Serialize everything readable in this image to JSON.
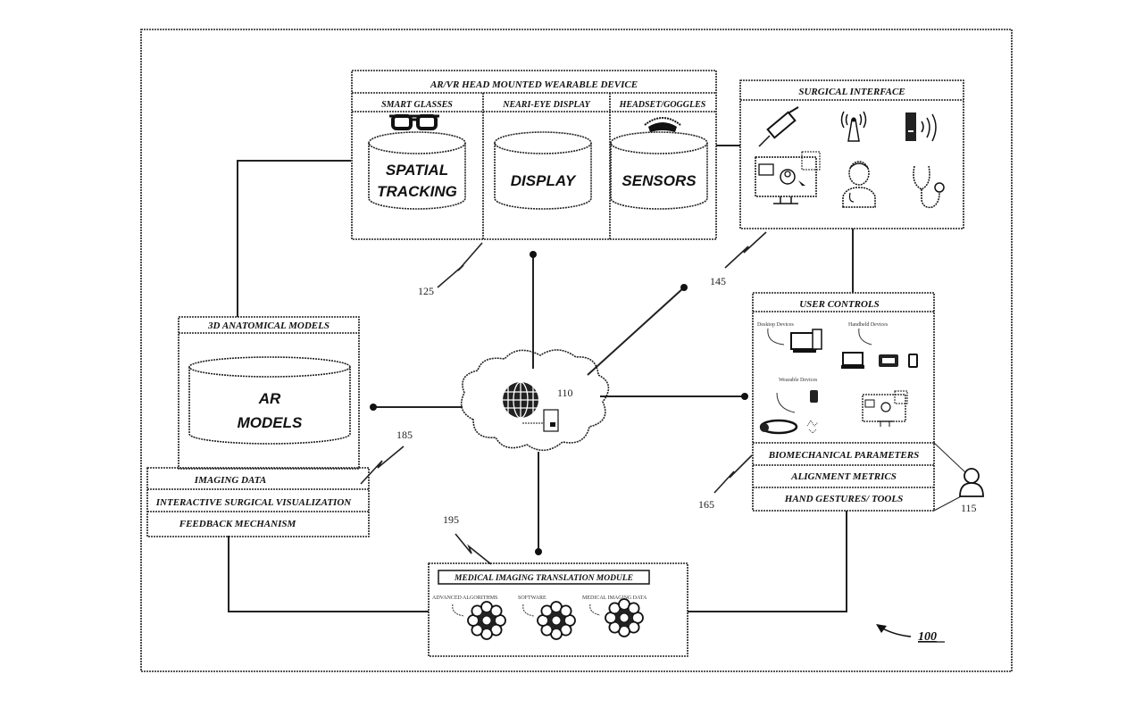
{
  "figure_label": "100",
  "ar_vr_device": {
    "title": "AR/VR HEAD MOUNTED WEARABLE DEVICE",
    "ref": "125",
    "columns": [
      {
        "header": "SMART GLASSES",
        "icon": "glasses-icon",
        "db_label_line1": "SPATIAL",
        "db_label_line2": "TRACKING"
      },
      {
        "header": "NEARI-EYE DISPLAY",
        "icon": "",
        "db_label_line1": "DISPLAY",
        "db_label_line2": ""
      },
      {
        "header": "HEADSET/GOGGLES",
        "icon": "headset-icon",
        "db_label_line1": "SENSORS",
        "db_label_line2": ""
      }
    ]
  },
  "surgical_interface": {
    "title": "SURGICAL INTERFACE",
    "ref": "145",
    "icons": [
      "syringe-icon",
      "antenna-icon",
      "wireless-device-icon",
      "monitor-user-icon",
      "doctor-icon",
      "stethoscope-icon"
    ]
  },
  "anatomical_models": {
    "title": "3D ANATOMICAL MODELS",
    "db_label_line1": "AR",
    "db_label_line2": "MODELS",
    "ref": "185",
    "rows": [
      "IMAGING DATA",
      "INTERACTIVE SURGICAL VISUALIZATION",
      "FEEDBACK MECHANISM"
    ]
  },
  "network": {
    "ref": "110",
    "icons": [
      "globe-icon",
      "tablet-icon"
    ]
  },
  "user_controls": {
    "title": "USER CONTROLS",
    "ref": "165",
    "groups": [
      {
        "label": "Desktop Devices",
        "icons": [
          "desktop-icon"
        ]
      },
      {
        "label": "Handheld Devices",
        "icons": [
          "laptop-icon",
          "keypad-icon",
          "phone-icon"
        ]
      },
      {
        "label": "Wearable Devices",
        "icons": [
          "smartwatch-icon",
          "wristband-icon",
          "sensor-icon"
        ]
      },
      {
        "label": "",
        "icons": [
          "monitor-user-icon"
        ]
      }
    ],
    "rows": [
      "BIOMECHANICAL PARAMETERS",
      "ALIGNMENT METRICS",
      "HAND GESTURES/ TOOLS"
    ]
  },
  "user": {
    "ref": "115"
  },
  "translation_module": {
    "title": "MEDICAL IMAGING TRANSLATION MODULE",
    "ref": "195",
    "items": [
      "ADVANCED ALGORITHMS",
      "SOFTWARE",
      "MEDICAL IMAGING DATA"
    ]
  }
}
